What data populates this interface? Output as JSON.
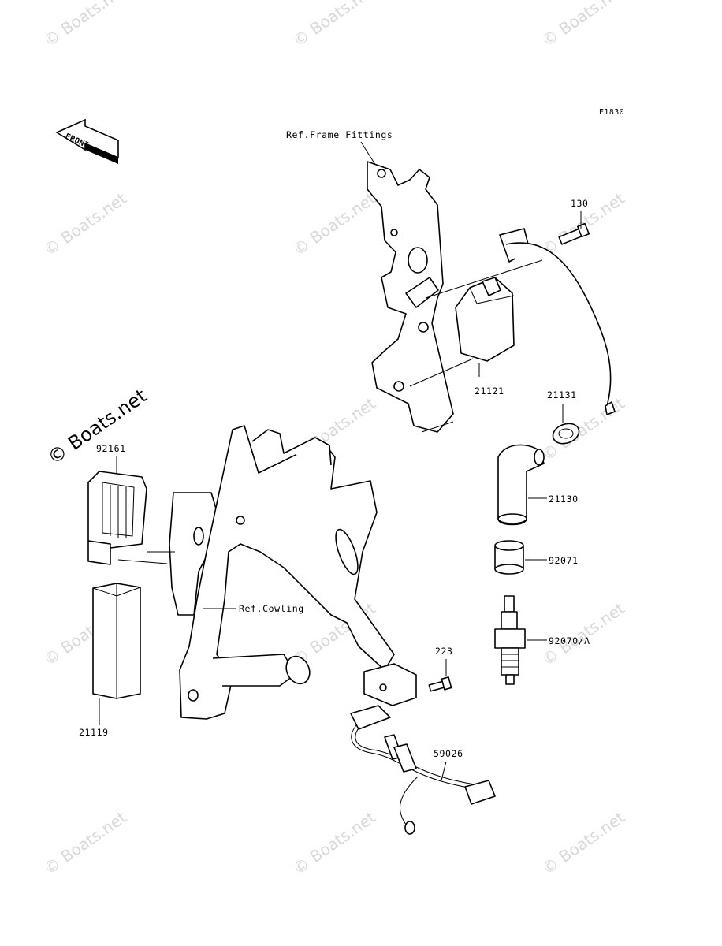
{
  "diagram": {
    "code": "E1830",
    "front_label": "FRONT",
    "refs": {
      "frame_fittings": "Ref.Frame Fittings",
      "cowling": "Ref.Cowling"
    },
    "parts": {
      "p130": "130",
      "p21121": "21121",
      "p21131": "21131",
      "p21130": "21130",
      "p92071": "92071",
      "p92070a": "92070/A",
      "p92161": "92161",
      "p21119": "21119",
      "p223": "223",
      "p59026": "59026"
    }
  },
  "watermark": {
    "text": "© Boats.net"
  }
}
